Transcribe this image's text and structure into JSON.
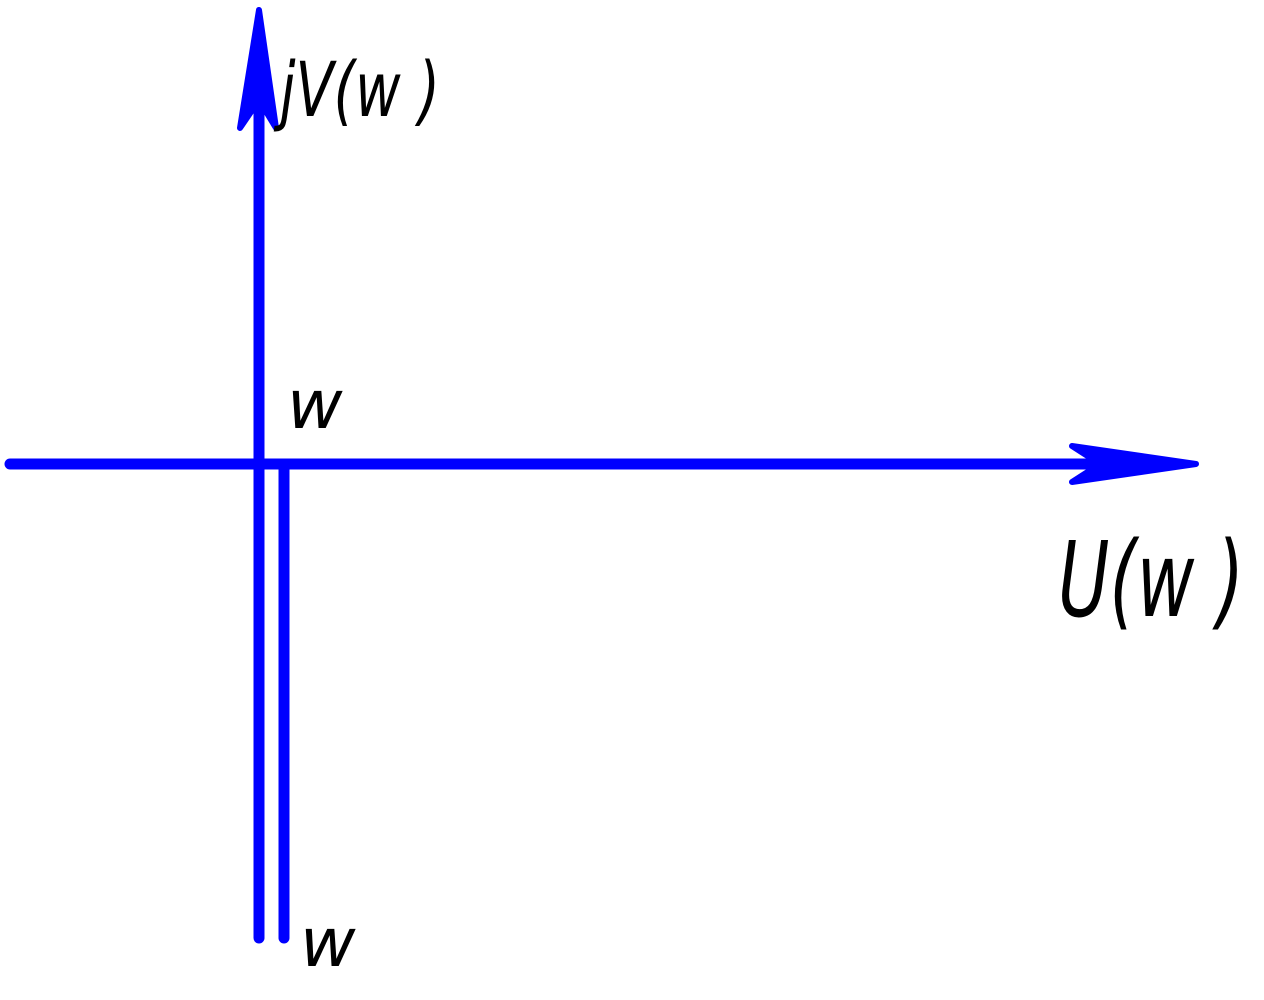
{
  "diagram": {
    "colors": {
      "curve": "#0000ff",
      "text": "#000000",
      "background": "#ffffff"
    },
    "labels": {
      "vertical_axis": "jV(w )",
      "horizontal_axis": "U(w )",
      "upper_w": "w",
      "lower_w": "w"
    }
  }
}
